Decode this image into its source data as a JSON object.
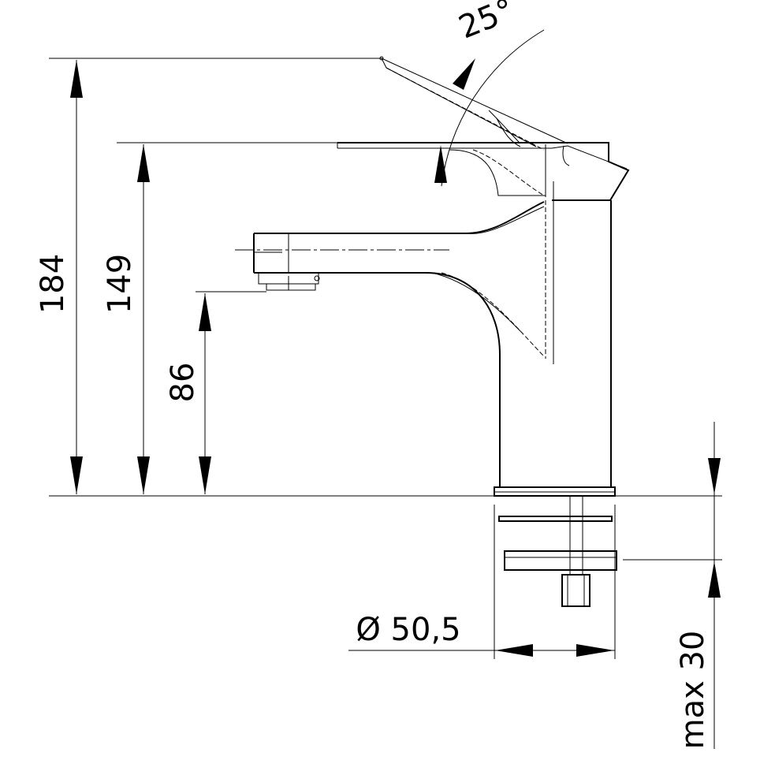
{
  "dimensions": {
    "total_height": "184",
    "lever_height": "149",
    "spout_height": "86",
    "lever_angle": "25°",
    "base_diameter": "Ø 50,5",
    "mounting_thickness": "max 30"
  },
  "colors": {
    "line": "#000000",
    "background": "#ffffff"
  }
}
